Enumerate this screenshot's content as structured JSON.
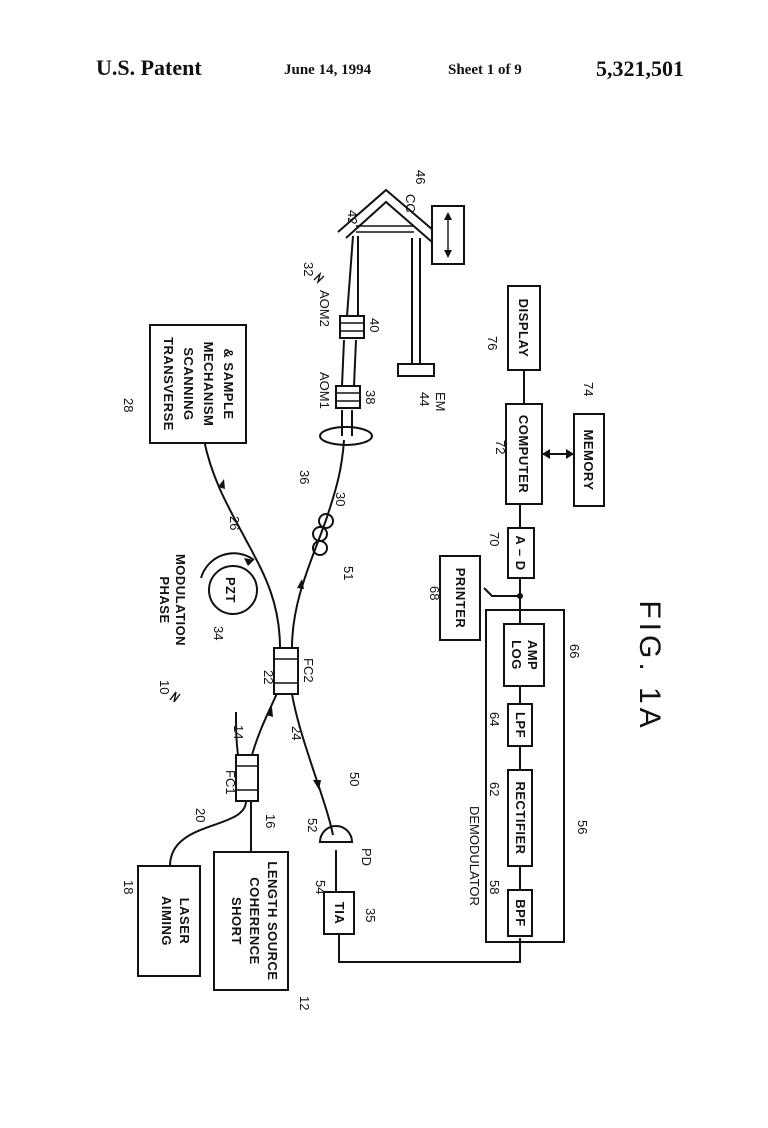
{
  "header": {
    "left": "U.S. Patent",
    "date": "June 14, 1994",
    "sheet": "Sheet 1 of 9",
    "patent_number": "5,321,501"
  },
  "figure": {
    "caption": "FIG. 1A",
    "system_ref": "10",
    "boxes": {
      "aiming_laser": {
        "lines": [
          "AIMING",
          "LASER"
        ],
        "ref": "18"
      },
      "short_coherence": {
        "lines": [
          "SHORT",
          "COHERENCE",
          "LENGTH SOURCE"
        ],
        "ref": "12"
      },
      "fc1": {
        "label": "FC1",
        "ref": "14"
      },
      "fc2": {
        "label": "FC2",
        "ref": "22"
      },
      "tia": {
        "label": "TIA",
        "ref": "35"
      },
      "transverse": {
        "lines": [
          "TRANSVERSE",
          "SCANNING",
          "MECHANISM",
          "& SAMPLE"
        ],
        "ref": "28"
      },
      "aom1": {
        "label": "AOM1",
        "ref": "38"
      },
      "aom2": {
        "label": "AOM2",
        "ref": "40"
      },
      "cc": {
        "label": "CC",
        "ref": "42"
      },
      "em": {
        "label": "EM",
        "ref": "44"
      },
      "stage_ref": "46",
      "delay_ref": "32",
      "lens_ref": "36",
      "bpf": {
        "label": "BPF",
        "ref": "58"
      },
      "rectifier": {
        "label": "RECTIFIER",
        "ref": "62"
      },
      "lpf": {
        "label": "LPF",
        "ref": "64"
      },
      "log_amp": {
        "lines": [
          "LOG",
          "AMP"
        ],
        "ref": "66"
      },
      "demodulator": {
        "label": "DEMODULATOR",
        "ref": "56"
      },
      "printer": {
        "label": "PRINTER",
        "ref": "68"
      },
      "a_d": {
        "label": "A – D",
        "ref": "70"
      },
      "computer": {
        "label": "COMPUTER",
        "ref": "72"
      },
      "memory": {
        "label": "MEMORY",
        "ref": "74"
      },
      "display": {
        "label": "DISPLAY",
        "ref": "76"
      }
    },
    "pzt": {
      "label": "PZT",
      "ref": "34",
      "caption_lines": [
        "PHASE",
        "MODULATION"
      ]
    },
    "photodiode": {
      "label": "PD",
      "ref": "52"
    },
    "fiber_refs": {
      "f20": "20",
      "f16": "16",
      "f24": "24",
      "f26": "26",
      "f30": "30",
      "f50": "50",
      "pc": "51",
      "tia_in": "54"
    }
  }
}
